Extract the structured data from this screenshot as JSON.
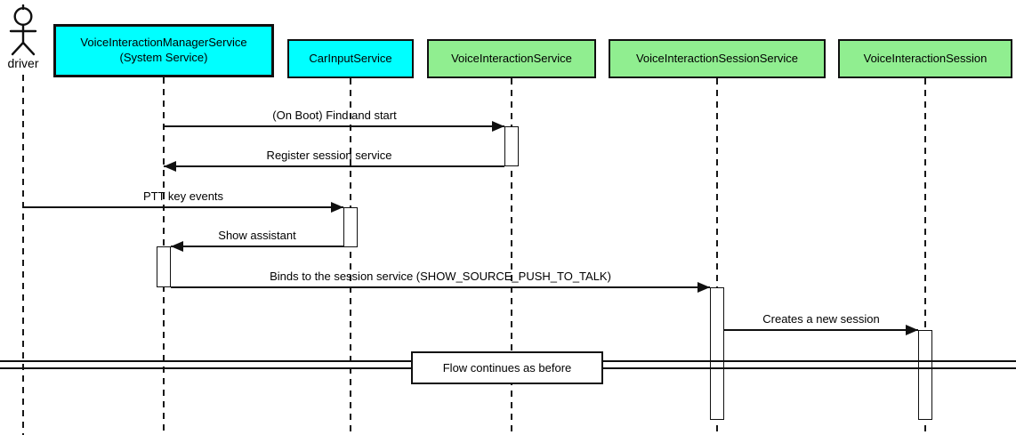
{
  "seq": {
    "actor": {
      "label": "driver"
    },
    "participants": [
      {
        "line1": "VoiceInteractionManagerService",
        "line2": "(System Service)",
        "fill": "#00FFFF"
      },
      {
        "line1": "CarInputService",
        "fill": "#00FFFF"
      },
      {
        "line1": "VoiceInteractionService",
        "fill": "#90EE90"
      },
      {
        "line1": "VoiceInteractionSessionService",
        "fill": "#90EE90"
      },
      {
        "line1": "VoiceInteractionSession",
        "fill": "#90EE90"
      }
    ],
    "messages": [
      {
        "label": "(On Boot) Find and start",
        "from": "VoiceInteractionManagerService",
        "to": "VoiceInteractionService",
        "direction": "right"
      },
      {
        "label": "Register session service",
        "from": "VoiceInteractionService",
        "to": "VoiceInteractionManagerService",
        "direction": "left"
      },
      {
        "label": "PTT key events",
        "from": "driver",
        "to": "CarInputService",
        "direction": "right"
      },
      {
        "label": "Show assistant",
        "from": "CarInputService",
        "to": "VoiceInteractionManagerService",
        "direction": "left"
      },
      {
        "label": "Binds to the session service (SHOW_SOURCE_PUSH_TO_TALK)",
        "from": "VoiceInteractionManagerService",
        "to": "VoiceInteractionSessionService",
        "direction": "right"
      },
      {
        "label": "Creates a new session",
        "from": "VoiceInteractionSessionService",
        "to": "VoiceInteractionSession",
        "direction": "right"
      }
    ],
    "divider": {
      "label": "Flow continues as before"
    },
    "colors": {
      "participant_cyan": "#00FFFF",
      "participant_green": "#90EE90",
      "line": "#000000",
      "background": "#FFFFFF"
    }
  }
}
